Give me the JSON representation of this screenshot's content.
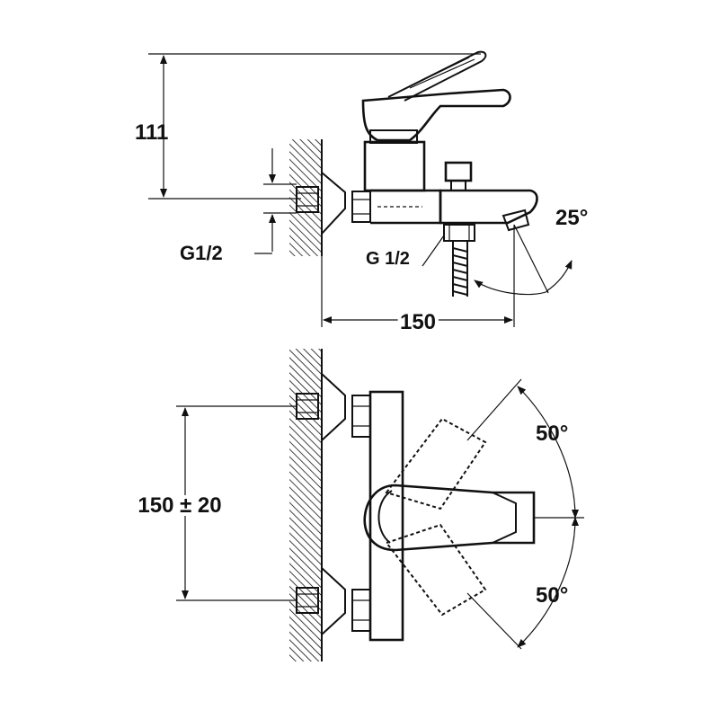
{
  "side_view": {
    "height_dim": "111",
    "inlet_thread": "G1/2",
    "outlet_thread": "G 1/2",
    "spout_angle": "25°",
    "depth_dim": "150"
  },
  "front_view": {
    "center_distance": "150 ± 20",
    "lever_angle_up": "50°",
    "lever_angle_down": "50°"
  },
  "colors": {
    "line": "#111111",
    "hatch": "#111111",
    "background": "#ffffff"
  }
}
